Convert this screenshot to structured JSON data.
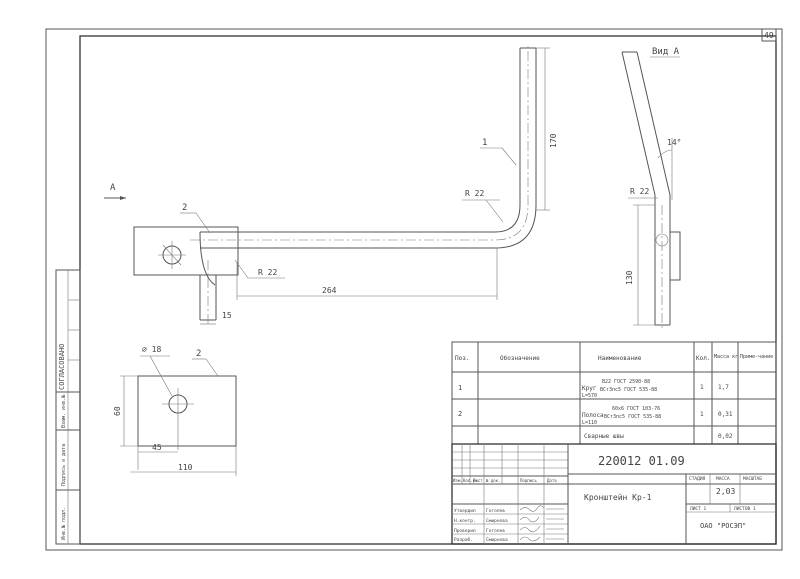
{
  "sheet": {
    "page_number": "49"
  },
  "left_strip": {
    "approval": "СОГЛАСОВАНО",
    "fields": [
      "Взам. инв.№",
      "Подпись и дата",
      "Инв.№ подл."
    ]
  },
  "view_main": {
    "arrow_label": "А",
    "dims": {
      "d264": "264",
      "d170": "170",
      "d15": "15",
      "r22a": "R 22",
      "r22b": "R 22",
      "pos1": "1",
      "pos2": "2"
    }
  },
  "view_a": {
    "title": "Вид А",
    "dims": {
      "ang": "14°",
      "r22": "R 22",
      "d130": "130"
    }
  },
  "detail2": {
    "pos": "2",
    "hole": "⌀ 18",
    "dims": {
      "d60": "60",
      "d45": "45",
      "d110": "110"
    }
  },
  "spec": {
    "headers": {
      "pos": "Поз.",
      "oboz": "Обозначение",
      "naim": "Наименование",
      "kol": "Кол.",
      "massa": "Масса кг",
      "prim": "Приме-чание"
    },
    "rows": [
      {
        "pos": "1",
        "name_a": "Круг",
        "name_b": "L=570",
        "std_top": "В22 ГОСТ 2590-88",
        "std_bot": "ВСт3пс5 ГОСТ 535-88",
        "qty": "1",
        "mass": "1,7"
      },
      {
        "pos": "2",
        "name_a": "Полоса",
        "name_b": "L=110",
        "std_top": "60х6 ГОСТ 103-76",
        "std_bot": "ВСт3пс5 ГОСТ 535-88",
        "qty": "1",
        "mass": "0,31"
      },
      {
        "pos": "",
        "name_a": "Сварные швы",
        "name_b": "",
        "std_top": "",
        "std_bot": "",
        "qty": "",
        "mass": "0,02"
      }
    ]
  },
  "stamp": {
    "code": "220012 01.09",
    "title": "Кронштейн Кр-1",
    "col_heads": [
      "Изм.",
      "Кол.уч",
      "Лист",
      "№ док.",
      "Подпись",
      "Дата"
    ],
    "roles": [
      {
        "role": "Утвердил",
        "name": "Гоголев"
      },
      {
        "role": "Н.контр.",
        "name": "Смирнова"
      },
      {
        "role": "Проверил",
        "name": "Гоголев"
      },
      {
        "role": "Разраб.",
        "name": "Смирнова"
      }
    ],
    "stadia_label": "СТАДИЯ",
    "massa_label": "МАССА",
    "masshtab_label": "МАСШТАБ",
    "massa_value": "2,03",
    "list_label": "ЛИСТ 1",
    "listov_label": "ЛИСТОВ 1",
    "org": "ОАО \"РОСЭП\""
  }
}
